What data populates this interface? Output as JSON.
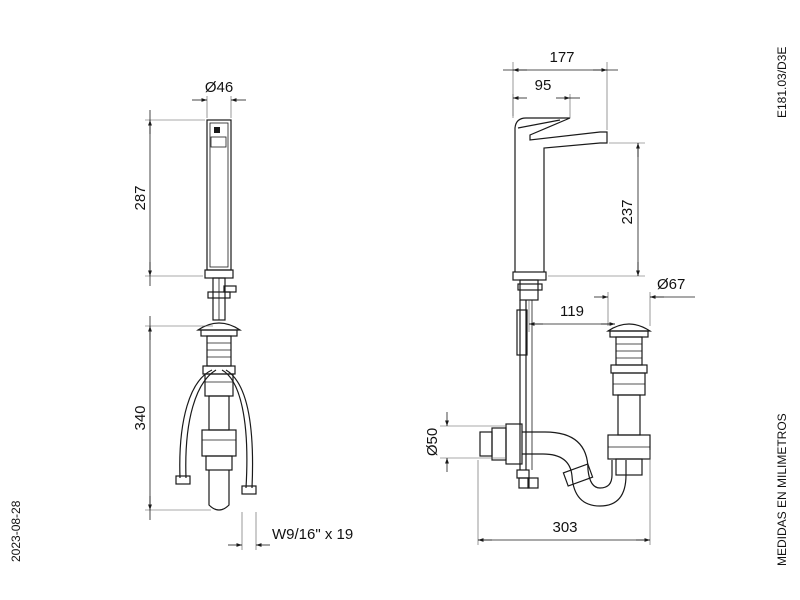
{
  "document_code": "E181.03/D3E",
  "date": "2023-08-28",
  "units_note": "MEDIDAS EN MILIMETROS",
  "dimensions": {
    "spout_diameter": "Ø46",
    "body_height": "287",
    "drain_height": "340",
    "hose_thread": "W9/16\" x 19",
    "overall_reach": "177",
    "spout_reach": "95",
    "spout_height": "237",
    "drain_diameter": "Ø67",
    "drain_offset": "119",
    "trap_diameter": "Ø50",
    "trap_length": "303"
  }
}
